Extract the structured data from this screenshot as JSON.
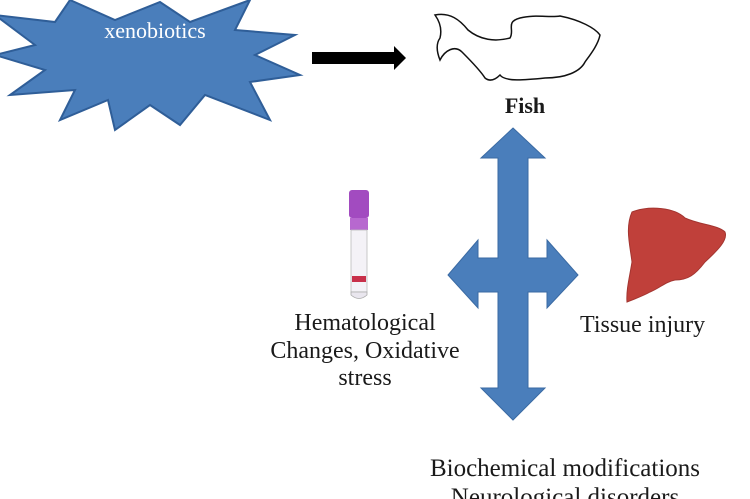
{
  "title": "Effects of xenobiotics on fish",
  "nodes": {
    "xenobiotics": "xenobiotics",
    "fish": "Fish",
    "hematological": [
      "Hematological",
      "Changes, Oxidative",
      "stress"
    ],
    "tissue": "Tissue injury",
    "biochemical": "Biochemical modifications",
    "biochemical_line2": "Neurological disorders"
  },
  "icons": {
    "burst": "explosion-burst-icon",
    "fish": "fish-outline-icon",
    "tube": "blood-tube-icon",
    "liver": "liver-icon"
  },
  "colors": {
    "burst_fill": "#4a7ebb",
    "burst_stroke": "#2f5e98",
    "arrow_fill": "#4a7ebb",
    "liver": "#c0403a",
    "tube_cap": "#a24bc0",
    "text": "#1a1a1a"
  }
}
